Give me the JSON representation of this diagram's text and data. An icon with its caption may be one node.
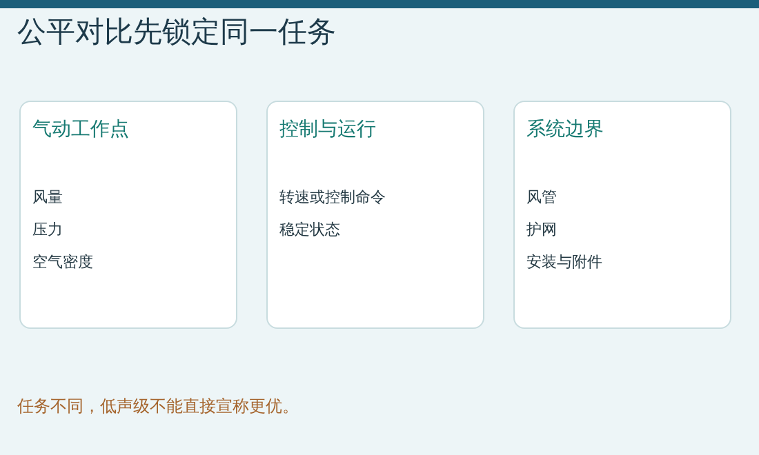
{
  "diagram": {
    "title": "公平对比先锁定同一任务",
    "nodes": [
      {
        "text": [
          "气动工作点",
          "风量",
          "压力",
          "空气密度"
        ]
      },
      {
        "text": [
          "控制与运行",
          "转速或控制命令",
          "稳定状态"
        ]
      },
      {
        "text": [
          "系统边界",
          "风管",
          "护网",
          "安装与附件"
        ]
      }
    ],
    "caption": "任务不同，低声级不能直接宣称更优。"
  }
}
